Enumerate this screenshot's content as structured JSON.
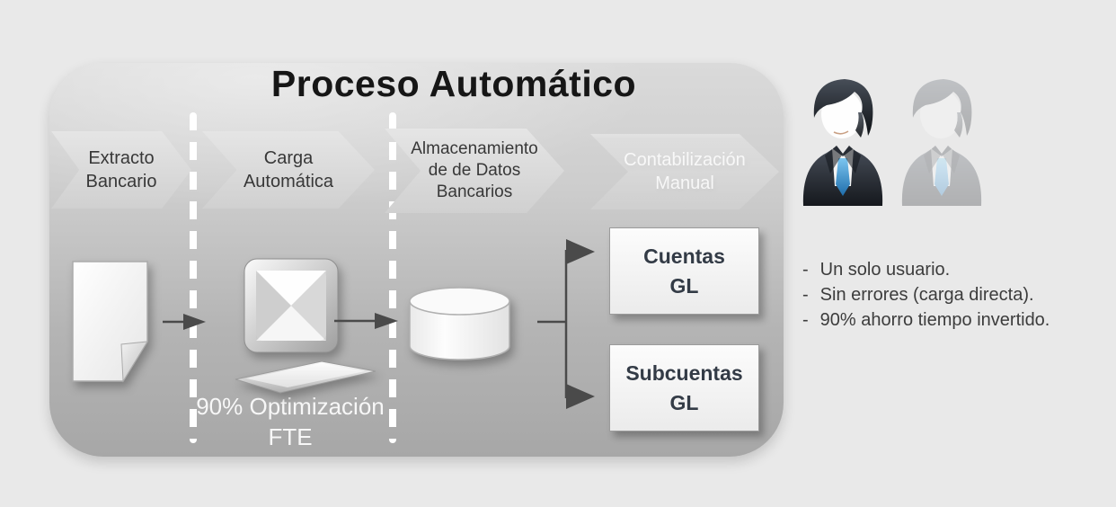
{
  "panel": {
    "title": "Proceso Automático",
    "steps": [
      {
        "id": "extracto-bancario",
        "label": "Extracto\nBancario",
        "state": "active"
      },
      {
        "id": "carga-automatica",
        "label": "Carga\nAutomática",
        "state": "active"
      },
      {
        "id": "almacenamiento-datos",
        "label": "Almacenamiento\nde de Datos\nBancarios",
        "state": "active"
      },
      {
        "id": "contabilizacion-manual",
        "label": "Contabilización\nManual",
        "state": "inactive"
      }
    ],
    "optimization_note": "90% Optimización\nFTE",
    "outputs": [
      {
        "label": "Cuentas\nGL"
      },
      {
        "label": "Subcuentas\nGL"
      }
    ],
    "icons": [
      "bank-statement-document",
      "computer-workstation",
      "database-cylinder",
      "arrow-right",
      "fork-split-arrows"
    ]
  },
  "sidebar": {
    "icons": [
      "business-user-active",
      "business-user-inactive"
    ],
    "benefits": {
      "marker": "-",
      "items": [
        "Un solo usuario.",
        "Sin errores (carga directa).",
        "90% ahorro tiempo invertido."
      ]
    }
  },
  "colors": {
    "background": "#e9e9e9",
    "panel_top": "#dadada",
    "panel_bottom": "#a7a7a7",
    "chevron_fill": "#d9d9d9",
    "dash_line": "#ffffff",
    "arrow": "#4a4a4a",
    "text_dark": "#383838",
    "text_light": "#f0f0f0",
    "tie_accent": "#2f7fc1"
  }
}
